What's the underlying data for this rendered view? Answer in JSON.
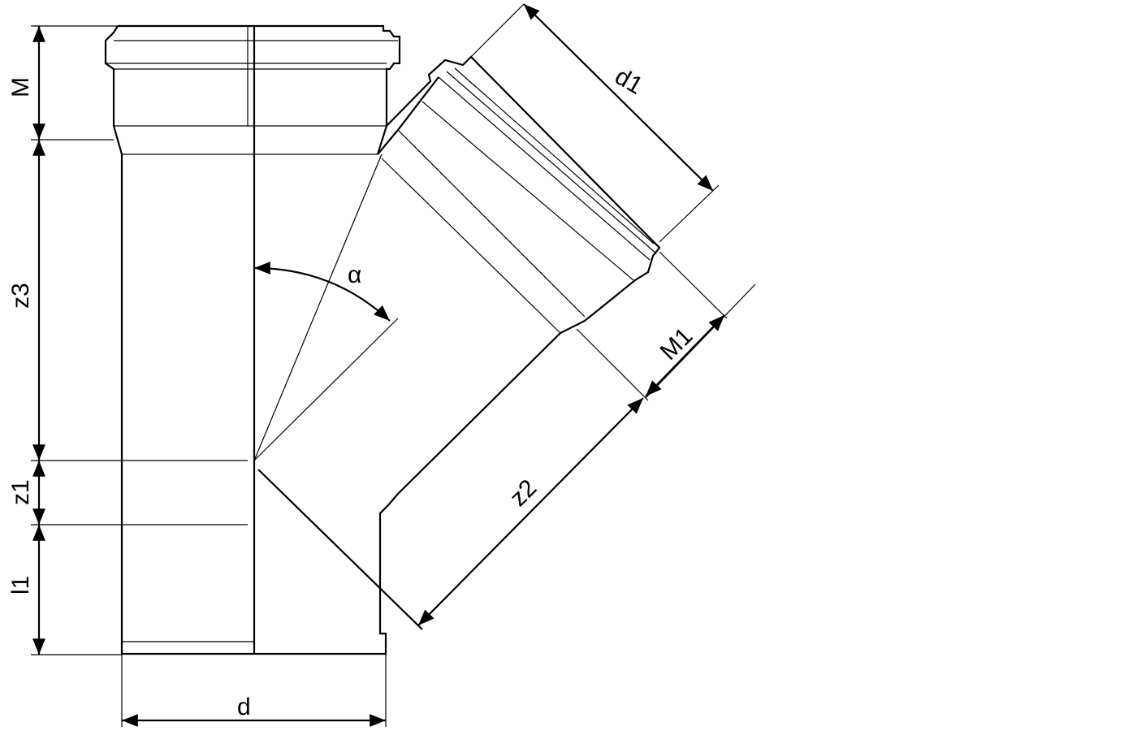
{
  "title": "45° branch fitting dimension drawing",
  "labels": {
    "M": "M",
    "z3": "z3",
    "z1": "z1",
    "l1": "l1",
    "d": "d",
    "d1": "d1",
    "M1": "M1",
    "z2": "z2",
    "alpha": "α"
  }
}
